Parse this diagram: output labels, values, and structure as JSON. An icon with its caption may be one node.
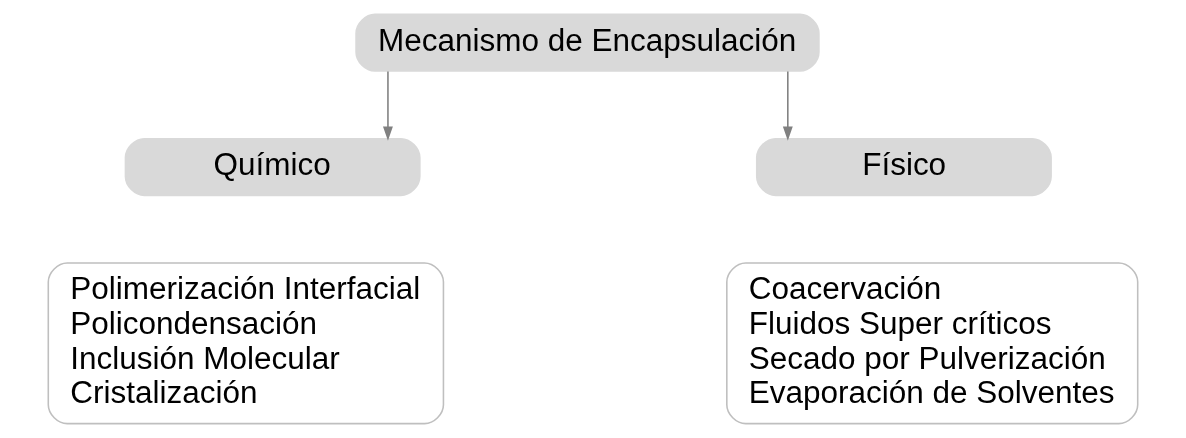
{
  "diagram": {
    "nodes": [
      {
        "text": [
          "Mecanismo de Encapsulación"
        ]
      },
      {
        "text": [
          "Químico"
        ]
      },
      {
        "text": [
          "Físico"
        ]
      },
      {
        "text": [
          "Polimerización Interfacial",
          "Policondensación",
          "Inclusión Molecular",
          "Cristalización"
        ]
      },
      {
        "text": [
          "Coacervación",
          "Fluidos Super críticos",
          "Secado por Pulverización",
          "Evaporación de Solventes"
        ]
      }
    ],
    "edges": [
      {
        "from": 0,
        "to": 1,
        "arrow": "to"
      },
      {
        "from": 0,
        "to": 2,
        "arrow": "to"
      }
    ]
  }
}
